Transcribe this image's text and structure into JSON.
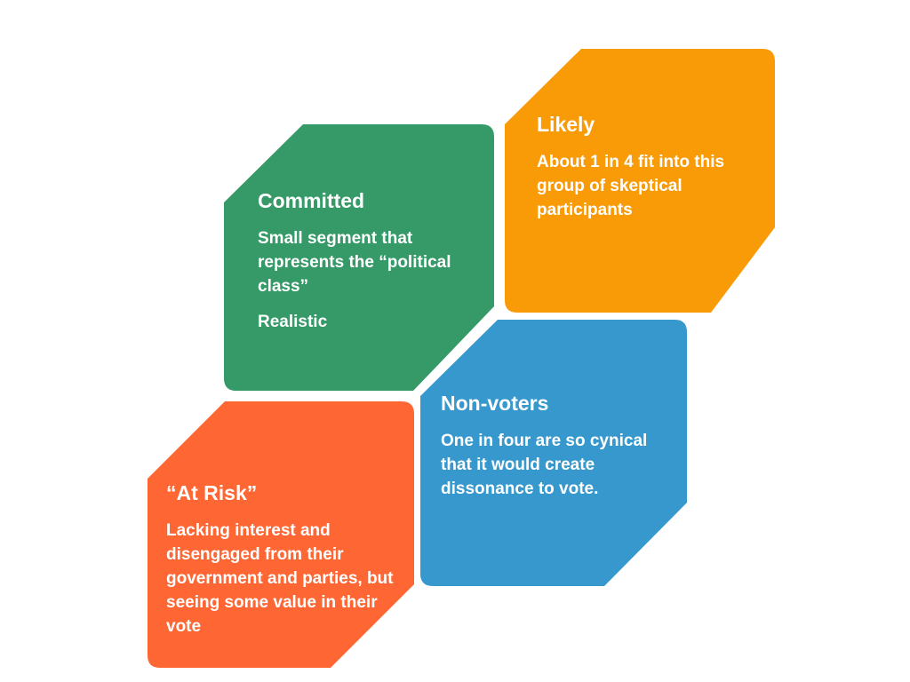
{
  "segments": {
    "likely": {
      "title": "Likely",
      "lines": [
        "About 1 in 4 fit into this group of skeptical participants"
      ],
      "color": "#F99A07"
    },
    "committed": {
      "title": "Committed",
      "lines": [
        "Small segment that represents the “political class”",
        "Realistic"
      ],
      "color": "#359A67"
    },
    "nonvoters": {
      "title": "Non-voters",
      "lines": [
        "One in four are so cynical that it would create dissonance to vote."
      ],
      "color": "#3698CD"
    },
    "atrisk": {
      "title": "“At Risk”",
      "lines": [
        "Lacking interest and disengaged from their government and parties, but seeing some value in their vote"
      ],
      "color": "#FE6633"
    }
  }
}
